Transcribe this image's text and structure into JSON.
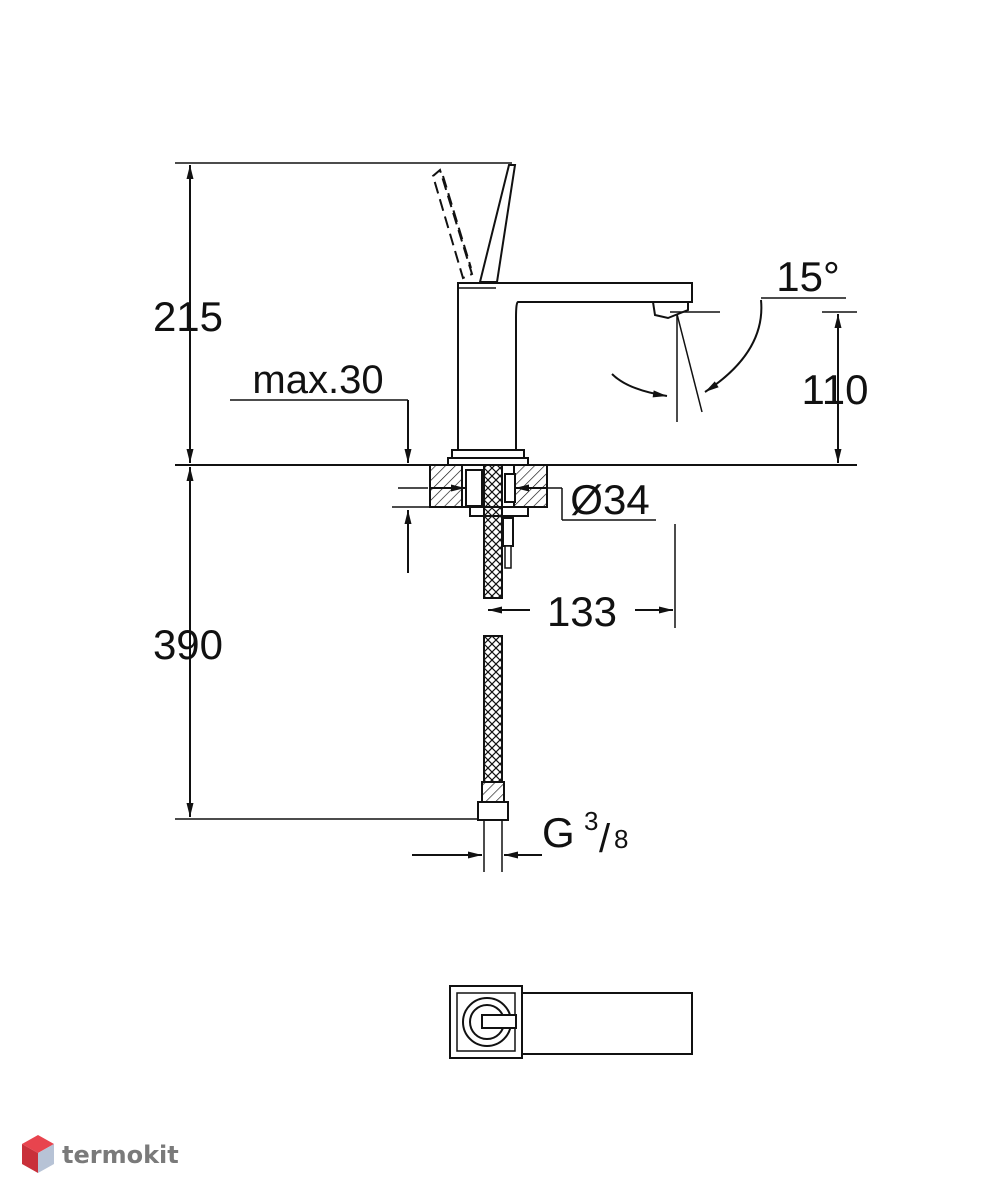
{
  "drawing": {
    "dimensions": {
      "height_above_deck": "215",
      "max_deck_thickness": "max.30",
      "spout_angle": "15°",
      "spout_height": "110",
      "hole_diameter": "Ø34",
      "spout_reach": "133",
      "hose_length": "390",
      "connection_main": "G",
      "connection_num": "3",
      "connection_den": "8"
    }
  },
  "watermark": {
    "brand": "termokit"
  },
  "colors": {
    "line": "#111111",
    "watermark_text": "#7a7a7a",
    "logo_red": "#e8444e"
  }
}
